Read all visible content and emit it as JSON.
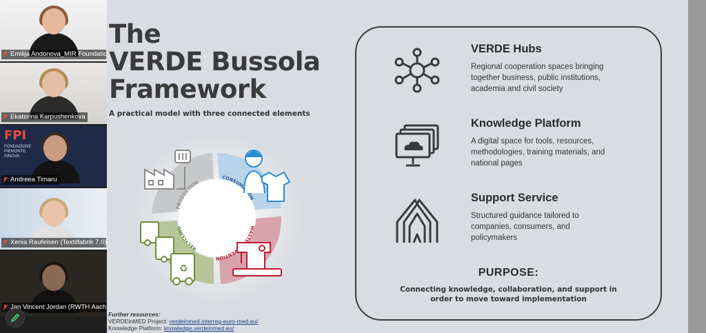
{
  "participants": [
    {
      "name": "Emilija Andonova_MIR Foundation"
    },
    {
      "name": "Ekaterina Karpushenkova"
    },
    {
      "name": "Andreea Timaru",
      "background_text": "FONDAZIONE PIEMONTE INNOVA"
    },
    {
      "name": "Xenia Raufeisen (Textilfabrik 7.0)"
    },
    {
      "name": "Jan Vincent Jordan (RWTH Aachen..."
    }
  ],
  "slide": {
    "title_lines": [
      "The",
      "VERDE Bussola",
      "Framework"
    ],
    "subtitle": "A practical model with three connected elements",
    "cycle_labels": {
      "production": "PRODUCTION",
      "consumption": "CONSUMPTION",
      "recycling": "RECYCLING",
      "waste_prevention": "WASTE PREVENTION"
    },
    "resources": {
      "heading": "Further resources:",
      "project_label": "VERDEinMED Project:",
      "project_link": "verdeinmed.interreg-euro-med.eu/",
      "platform_label": "Knowledge Platform:",
      "platform_link": "knowledge.verdeinmed.eu/"
    },
    "features": [
      {
        "title": "VERDE Hubs",
        "description": "Regional cooperation spaces bringing together business, public institutions, academia and civil society",
        "icon": "network-hub-icon"
      },
      {
        "title": "Knowledge Platform",
        "description": "A digital space for tools, resources, methodologies, training materials, and national pages",
        "icon": "cloud-screen-icon"
      },
      {
        "title": "Support Service",
        "description": "Structured guidance tailored to companies, consumers, and policymakers",
        "icon": "raised-hands-icon"
      }
    ],
    "purpose": {
      "heading": "PURPOSE:",
      "text": "Connecting knowledge, collaboration, and support in order to move toward implementation"
    }
  },
  "colors": {
    "slide_bg": "#d9dde1",
    "consumption_blue": "#b9d3ea",
    "production_gray": "#c6c8ca",
    "recycling_green": "#b8c59a",
    "waste_red": "#d8a3ad",
    "waste_text": "#c0172e"
  }
}
